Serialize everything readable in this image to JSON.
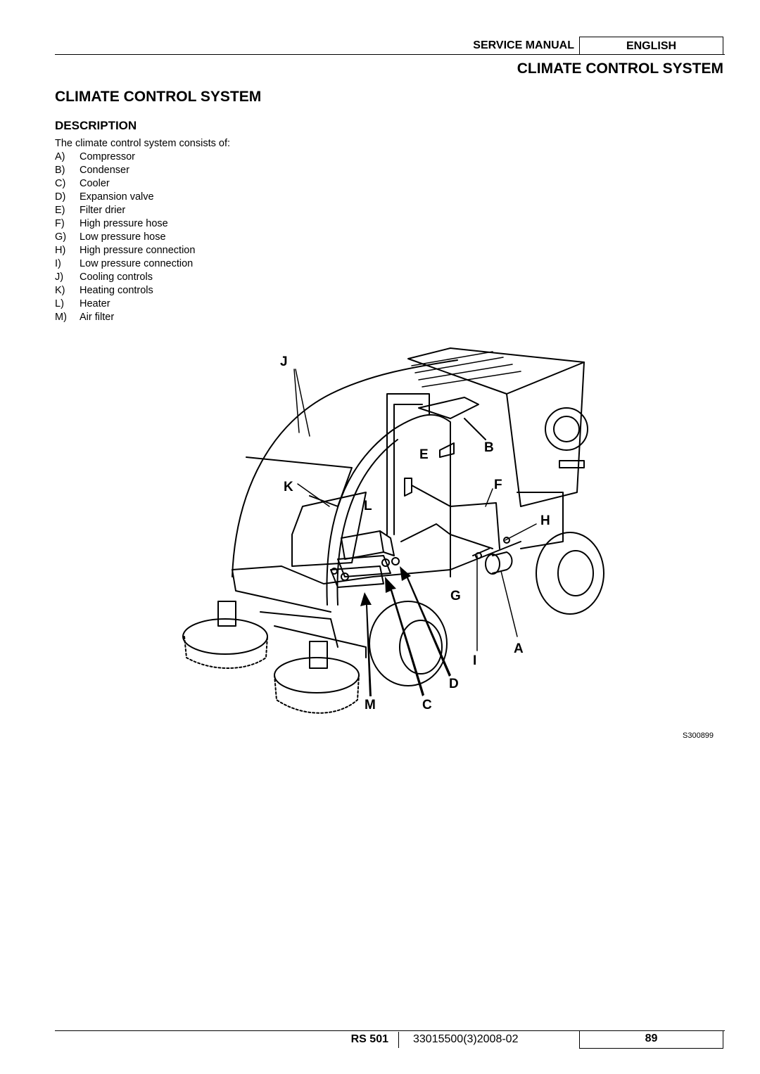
{
  "header": {
    "manual_label": "SERVICE MANUAL",
    "language": "ENGLISH",
    "section": "CLIMATE CONTROL SYSTEM"
  },
  "page_title": "CLIMATE CONTROL SYSTEM",
  "subtitle": "DESCRIPTION",
  "intro": "The climate control system consists of:",
  "components": [
    {
      "key": "A)",
      "label": "Compressor"
    },
    {
      "key": "B)",
      "label": "Condenser"
    },
    {
      "key": "C)",
      "label": "Cooler"
    },
    {
      "key": "D)",
      "label": "Expansion valve"
    },
    {
      "key": "E)",
      "label": "Filter drier"
    },
    {
      "key": "F)",
      "label": "High pressure hose"
    },
    {
      "key": "G)",
      "label": "Low pressure hose"
    },
    {
      "key": "H)",
      "label": "High pressure connection"
    },
    {
      "key": "I)",
      "label": "Low pressure connection"
    },
    {
      "key": "J)",
      "label": "Cooling controls"
    },
    {
      "key": "K)",
      "label": "Heating controls"
    },
    {
      "key": "L)",
      "label": "Heater"
    },
    {
      "key": "M)",
      "label": "Air filter"
    }
  ],
  "figure": {
    "code": "S300899",
    "callouts": [
      "J",
      "E",
      "B",
      "K",
      "F",
      "L",
      "H",
      "G",
      "A",
      "I",
      "D",
      "M",
      "C"
    ]
  },
  "footer": {
    "model": "RS 501",
    "doc_number": "33015500(3)2008-02",
    "page": "89"
  }
}
